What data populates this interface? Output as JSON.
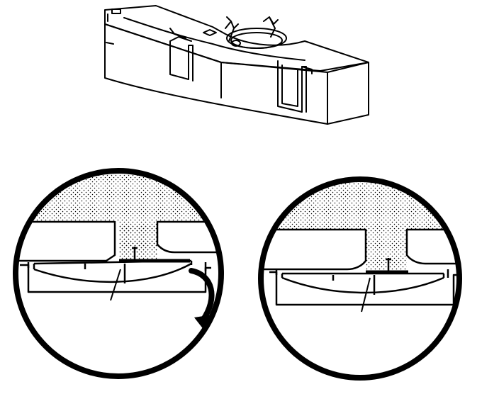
{
  "colors": {
    "line": "#000000",
    "background": "#ffffff",
    "stipple": "#000000"
  },
  "figure": {
    "panels": [
      {
        "id": "housing-perspective-view"
      },
      {
        "id": "detail-left-disengage-arrow"
      },
      {
        "id": "detail-right-engaged"
      }
    ]
  }
}
